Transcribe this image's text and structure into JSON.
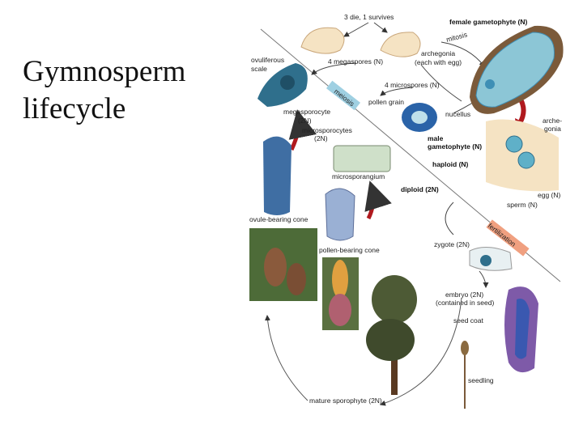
{
  "title": {
    "line1": "Gymnosperm",
    "line2": "lifecycle"
  },
  "labels": {
    "three_die": "3 die, 1 survives",
    "female_gametophyte": "female gametophyte (N)",
    "mitosis": "mitosis",
    "ovuliferous_scale_1": "ovuliferous",
    "ovuliferous_scale_2": "scale",
    "four_megaspores": "4 megaspores (N)",
    "archegonia_1": "archegonia",
    "archegonia_2": "(each with egg)",
    "meiosis": "meiosis",
    "four_microspores": "4 microspores (N)",
    "pollen_grain": "pollen grain",
    "megasporocyte_1": "megasporocyte",
    "megasporocyte_2": "(2N)",
    "nucellus": "nucellus",
    "archegonia_r1": "arche-",
    "archegonia_r2": "gonia",
    "microsporocytes_1": "microsporocytes",
    "microsporocytes_2": "(2N)",
    "male_gametophyte_1": "male",
    "male_gametophyte_2": "gametophyte (N)",
    "haploid": "haploid (N)",
    "microsporangium": "microsporangium",
    "diploid": "diploid (2N)",
    "egg": "egg (N)",
    "sperm": "sperm (N)",
    "ovule_cone": "ovule-bearing cone",
    "fertilization": "fertilization",
    "zygote": "zygote (2N)",
    "pollen_cone": "pollen-bearing cone",
    "embryo_1": "embryo (2N)",
    "embryo_2": "(contained in seed)",
    "seed_coat": "seed coat",
    "seedling": "seedling",
    "mature_sporophyte": "mature sporophyte (2N)"
  },
  "colors": {
    "arrow_red": "#b0191e",
    "cell_blue": "#3f8fb5",
    "pale_blue": "#bfe0ea",
    "cream": "#f5e3c3",
    "cone_brown": "#8a5a3c",
    "tree_green": "#4d5a35",
    "embryo_purple": "#7e5aa8"
  }
}
